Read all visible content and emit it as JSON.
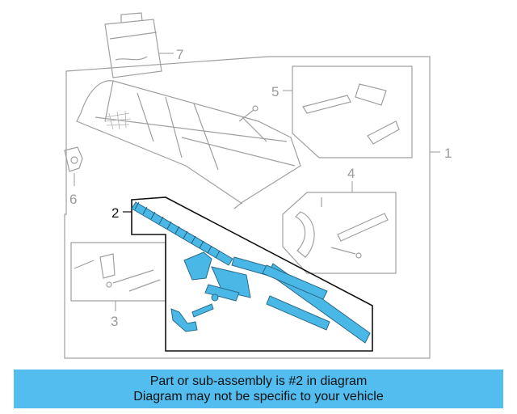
{
  "diagram": {
    "callouts": {
      "c1": "1",
      "c2": "2",
      "c3": "3",
      "c4": "4",
      "c5": "5",
      "c6": "6",
      "c7": "7"
    },
    "highlighted_callout": "2"
  },
  "banner": {
    "line1": "Part or sub-assembly is #2 in diagram",
    "line2": "Diagram may not be specific to your vehicle"
  },
  "colors": {
    "banner_bg": "#53bdf0",
    "part_highlight": "#4ab8e6",
    "outline": "#9a9a9a",
    "highlight_outline": "#111111"
  }
}
